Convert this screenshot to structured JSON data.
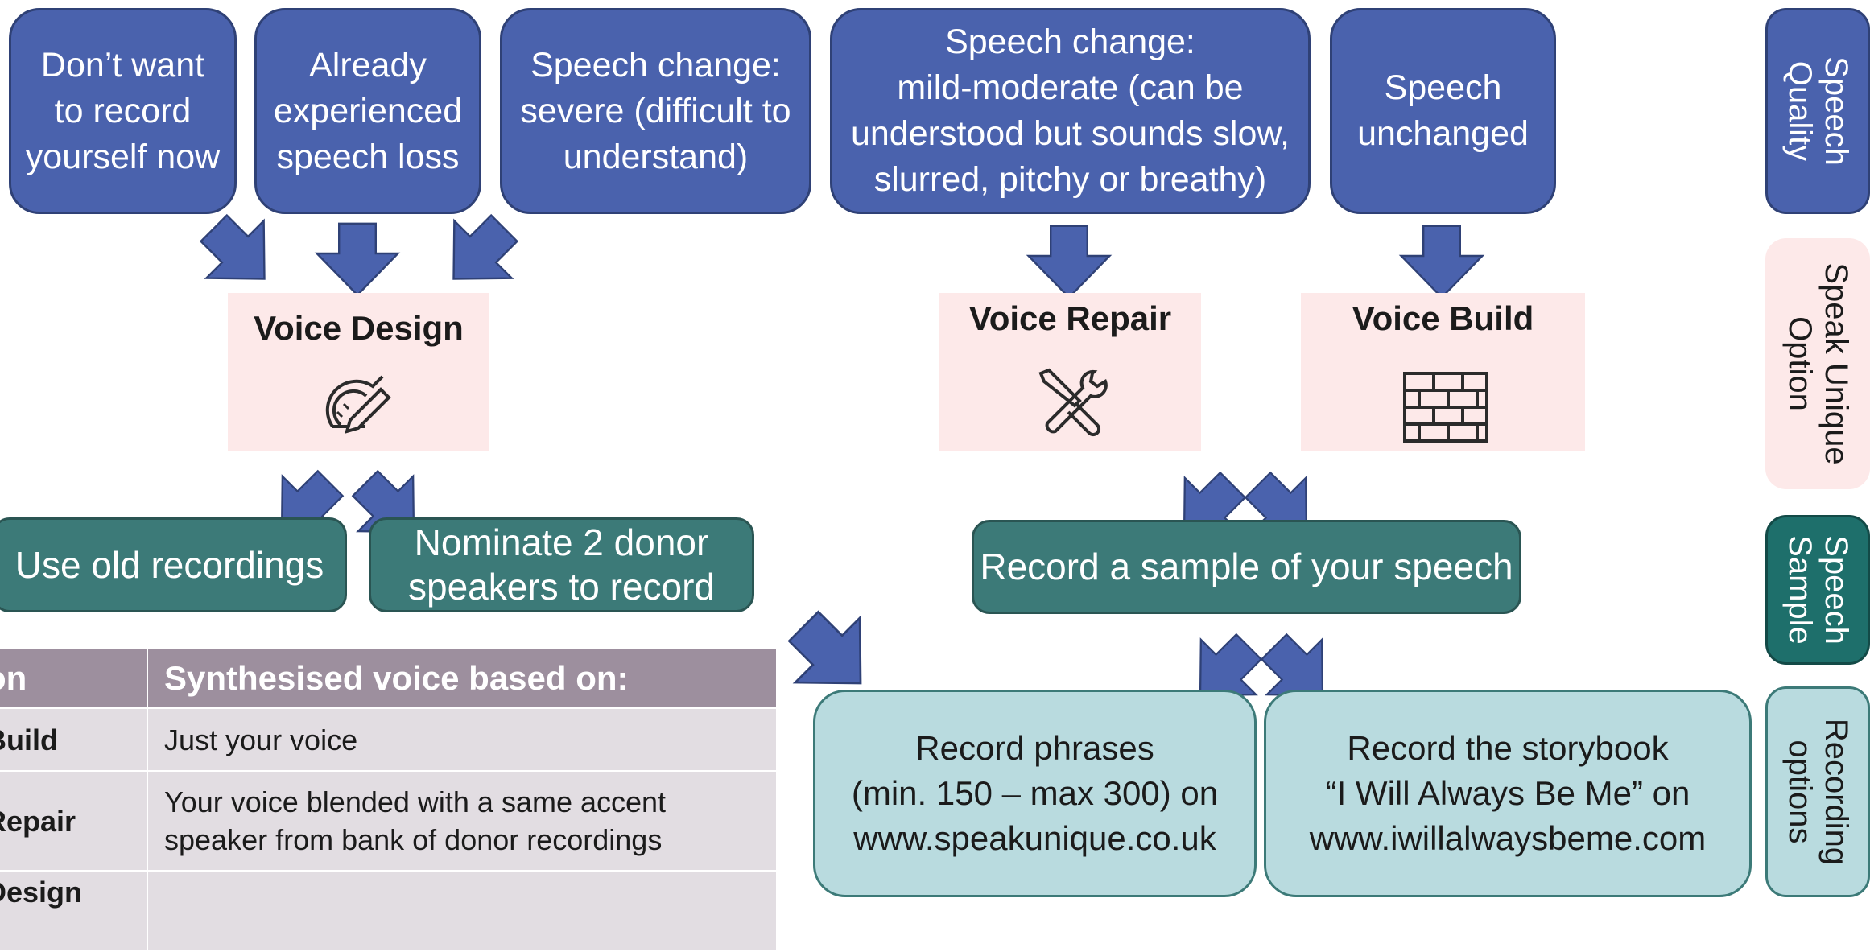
{
  "speech_states": [
    "Don’t want\nto record\nyourself now",
    "Already\nexperienced\nspeech loss",
    "Speech change:\nsevere (difficult to\nunderstand)",
    "Speech change:\nmild-moderate (can be\nunderstood but sounds slow,\nslurred, pitchy or breathy)",
    "Speech\nunchanged"
  ],
  "options": {
    "voice_design": "Voice Design",
    "voice_repair": "Voice Repair",
    "voice_build": "Voice Build"
  },
  "samples": {
    "old_recordings": "Use old recordings",
    "donor_speakers": "Nominate 2 donor\nspeakers to record",
    "record_sample": "Record a sample of your speech"
  },
  "recording": {
    "phrases": "Record phrases\n(min. 150 – max 300) on\nwww.speakunique.co.uk",
    "storybook": "Record the storybook\n“I Will Always Be Me” on\nwww.iwillalwaysbeme.com"
  },
  "side_labels": {
    "quality": "Speech\nQuality",
    "option": "Speak Unique\nOption",
    "sample": "Speech\nSample",
    "recording": "Recording\noptions"
  },
  "side_colors": {
    "quality": "#4a62ad",
    "option": "#fde9e9",
    "sample": "#1e6f6b",
    "recording": "#b9dbdf"
  },
  "table": {
    "header": [
      "on",
      "Synthesised voice based on:"
    ],
    "rows": [
      [
        "Build",
        "Just your voice"
      ],
      [
        "Repair",
        "Your voice blended with a same accent\nspeaker from bank of donor recordings"
      ],
      [
        "Design",
        ""
      ]
    ]
  }
}
